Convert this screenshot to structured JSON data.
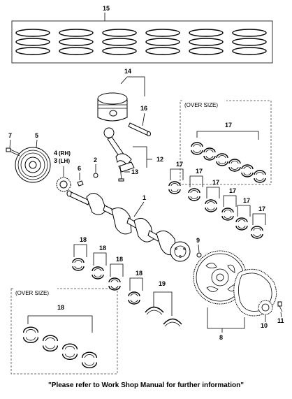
{
  "callouts": {
    "c1": "1",
    "c2": "2",
    "c3": "3",
    "c3_sub": "(LH)",
    "c4": "4",
    "c4_sub": "(RH)",
    "c5": "5",
    "c6": "6",
    "c7": "7",
    "c8": "8",
    "c9": "9",
    "c10": "10",
    "c11": "11",
    "c12": "12",
    "c13": "13",
    "c14": "14",
    "c15": "15",
    "c16": "16",
    "c17": "17",
    "c18": "18",
    "c19": "19"
  },
  "oversize_label": "(OVER SIZE)",
  "footer": "\"Please refer to Work Shop Manual for further information\""
}
